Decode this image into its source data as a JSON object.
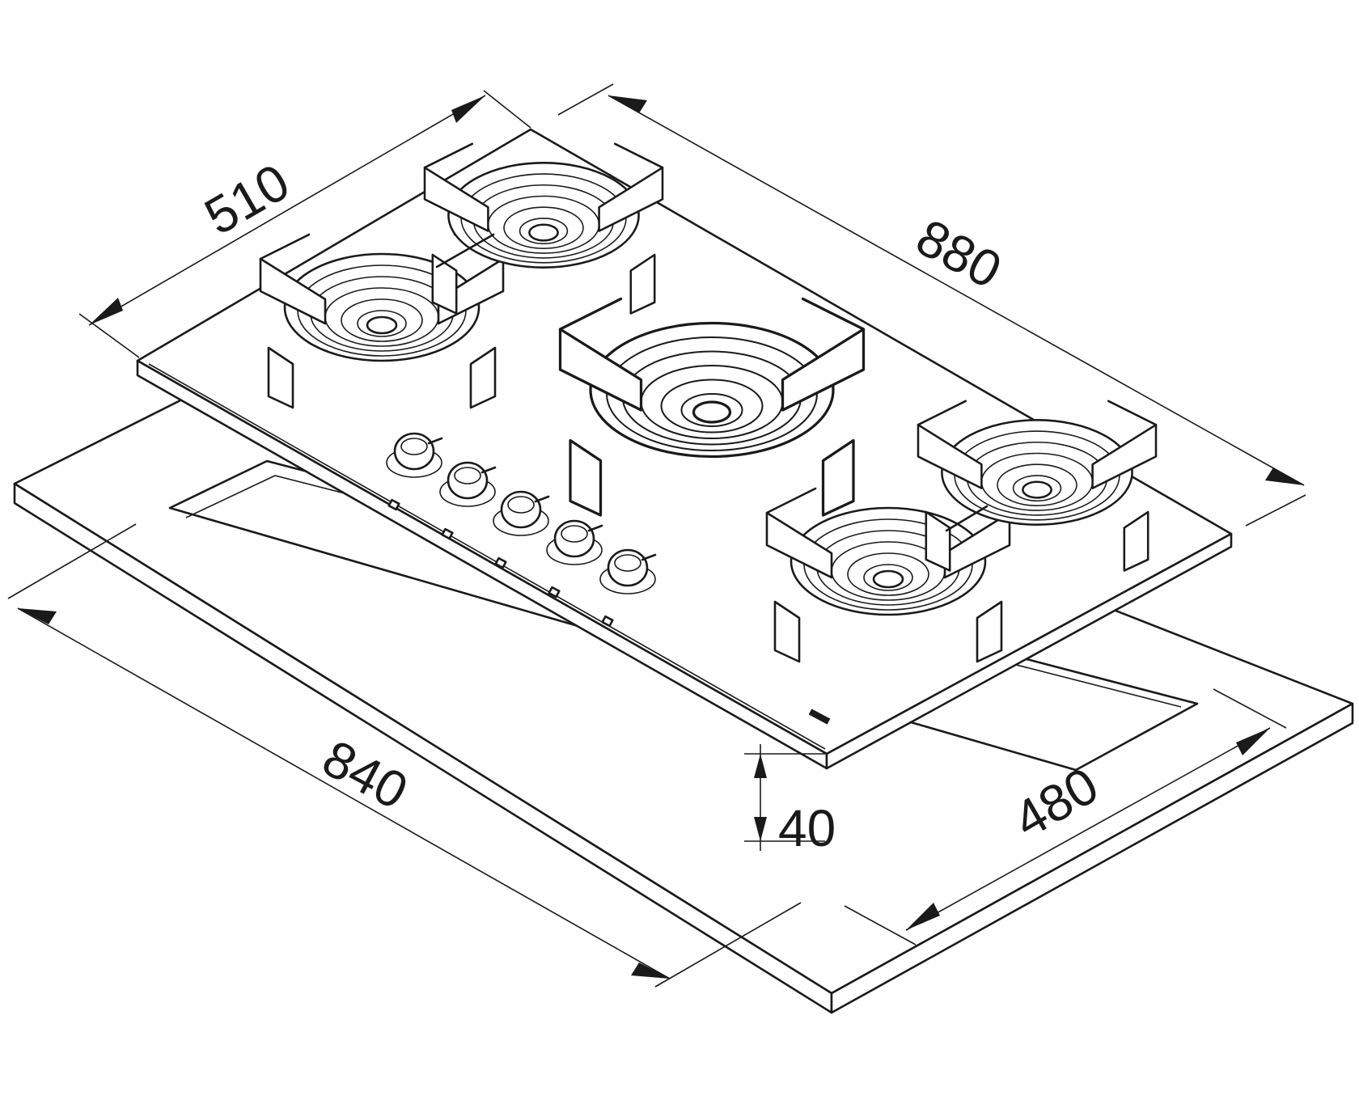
{
  "dimensions": {
    "depth_top": "510",
    "width_top": "880",
    "cutout_width": "840",
    "cutout_depth": "480",
    "height": "40"
  },
  "drawing": {
    "burner_count": 5,
    "knob_count": 5,
    "line_color": "#1a1a1a",
    "background_color": "#ffffff"
  }
}
